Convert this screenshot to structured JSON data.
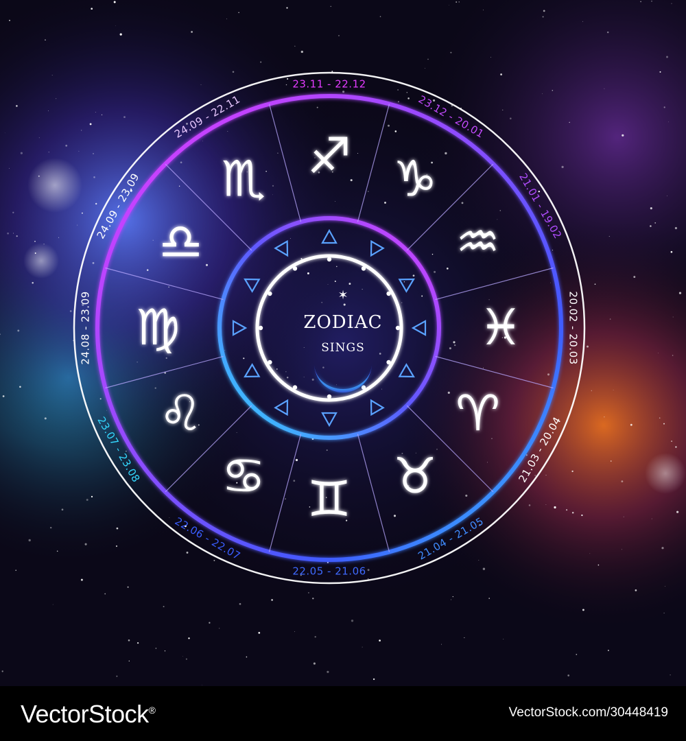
{
  "wheel": {
    "title": "ZODIAC",
    "subtitle": "SINGS",
    "signs": [
      {
        "name": "sagittarius-icon",
        "date": "23.11 - 22.12"
      },
      {
        "name": "capricorn-icon",
        "date": "23.12 - 20.01"
      },
      {
        "name": "aquarius-icon",
        "date": "21.01 - 19.02"
      },
      {
        "name": "pisces-icon",
        "date": "20.02 - 20.03"
      },
      {
        "name": "aries-icon",
        "date": "21.03 - 20.04"
      },
      {
        "name": "taurus-icon",
        "date": "21.04 - 21.05"
      },
      {
        "name": "gemini-icon",
        "date": "22.05 - 21.06"
      },
      {
        "name": "cancer-icon",
        "date": "22.06 - 22.07"
      },
      {
        "name": "leo-icon",
        "date": "23.07 - 23.08"
      },
      {
        "name": "virgo-icon",
        "date": "24.08 - 23.09"
      },
      {
        "name": "libra-icon",
        "date": "24.09 - 23.09"
      },
      {
        "name": "scorpio-icon",
        "date": "24.09 - 22.11"
      }
    ],
    "colors": {
      "ring": "#ffffff",
      "magenta": "#e33cff",
      "violet": "#8a4dff",
      "blue": "#3f5bff",
      "cyan": "#34d8ff",
      "accent_orange": "#ff7a22"
    }
  },
  "footer": {
    "brand": "VectorStock",
    "registered": "®",
    "credit": "VectorStock.com/30448419"
  }
}
